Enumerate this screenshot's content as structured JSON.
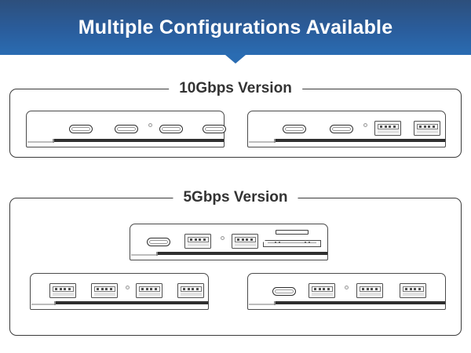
{
  "header": {
    "title": "Multiple Configurations Available",
    "background_top": "#2d4f7c",
    "background_bottom": "#2a6cb2",
    "text_color": "#ffffff",
    "arrow_icon": "chevron-down-arrow"
  },
  "sections": [
    {
      "id": "10gbps",
      "legend": "10Gbps Version",
      "devices": [
        {
          "id": "10g-device-1",
          "name": "4-port USB-C hub",
          "ports": [
            {
              "type": "usb-c",
              "label": "USB-C"
            },
            {
              "type": "usb-c",
              "label": "USB-C"
            },
            {
              "type": "led",
              "label": "LED indicator"
            },
            {
              "type": "usb-c",
              "label": "USB-C"
            },
            {
              "type": "usb-c",
              "label": "USB-C"
            }
          ]
        },
        {
          "id": "10g-device-2",
          "name": "2x USB-C + 2x USB-A hub",
          "ports": [
            {
              "type": "usb-c",
              "label": "USB-C"
            },
            {
              "type": "usb-c",
              "label": "USB-C"
            },
            {
              "type": "led",
              "label": "LED indicator"
            },
            {
              "type": "usb-a",
              "label": "USB-A"
            },
            {
              "type": "usb-a",
              "label": "USB-A"
            }
          ]
        }
      ]
    },
    {
      "id": "5gbps",
      "legend": "5Gbps Version",
      "devices": [
        {
          "id": "5g-device-1",
          "name": "USB-C + 2x USB-A + card reader hub",
          "ports": [
            {
              "type": "usb-c",
              "label": "USB-C"
            },
            {
              "type": "usb-a",
              "label": "USB-A"
            },
            {
              "type": "led",
              "label": "LED indicator"
            },
            {
              "type": "usb-a",
              "label": "USB-A"
            },
            {
              "type": "microsd",
              "label": "microSD card slot"
            },
            {
              "type": "sd",
              "label": "SD card slot"
            }
          ]
        },
        {
          "id": "5g-device-2",
          "name": "4-port USB-A hub",
          "ports": [
            {
              "type": "usb-a",
              "label": "USB-A"
            },
            {
              "type": "usb-a",
              "label": "USB-A"
            },
            {
              "type": "led",
              "label": "LED indicator"
            },
            {
              "type": "usb-a",
              "label": "USB-A"
            },
            {
              "type": "usb-a",
              "label": "USB-A"
            }
          ]
        },
        {
          "id": "5g-device-3",
          "name": "USB-C + 3x USB-A hub",
          "ports": [
            {
              "type": "usb-c",
              "label": "USB-C"
            },
            {
              "type": "usb-a",
              "label": "USB-A"
            },
            {
              "type": "led",
              "label": "LED indicator"
            },
            {
              "type": "usb-a",
              "label": "USB-A"
            },
            {
              "type": "usb-a",
              "label": "USB-A"
            }
          ]
        }
      ]
    }
  ]
}
